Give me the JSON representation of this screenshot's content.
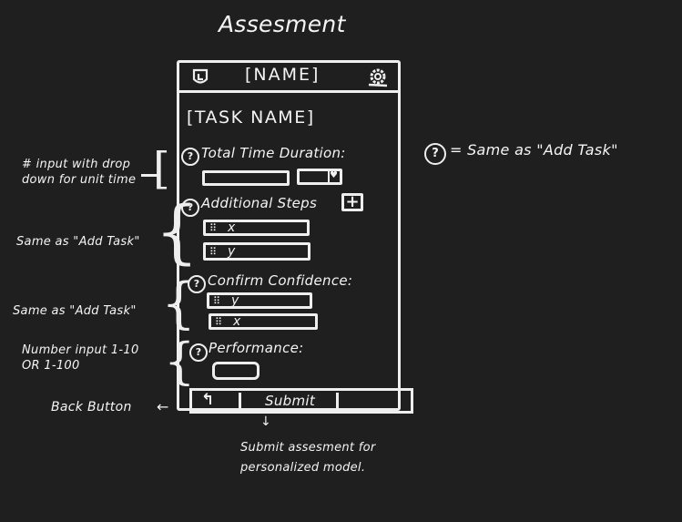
{
  "page_title": "Assesment",
  "mockup": {
    "header": {
      "name": "[NAME]",
      "left_icon": "logo-icon",
      "right_icon": "gear-icon"
    },
    "task_name": "[TASK NAME]",
    "sections": {
      "total_time": {
        "label": "Total Time Duration:",
        "help": "?",
        "dropdown_icon": "chevron-down-icon"
      },
      "additional_steps": {
        "label": "Additional Steps",
        "help": "?",
        "add_button": "+",
        "items": [
          {
            "handle": "⠿",
            "value": "x"
          },
          {
            "handle": "⠿",
            "value": "y"
          }
        ]
      },
      "confirm_confidence": {
        "label": "Confirm Confidence:",
        "help": "?",
        "items": [
          {
            "handle": "⠿",
            "value": "y"
          },
          {
            "handle": "⠿",
            "value": "x"
          }
        ]
      },
      "performance": {
        "label": "Performance:",
        "help": "?"
      }
    },
    "footer": {
      "back_icon": "↰",
      "submit_label": "Submit"
    }
  },
  "annotations": {
    "total_time": "# input with drop down for unit time",
    "additional_steps": "Same as \"Add Task\"",
    "confirm_confidence": "Same as \"Add Task\"",
    "performance": "Number input 1-10 OR 1-100",
    "back_button": "Back Button",
    "help_legend_symbol": "?",
    "help_legend": "= Same as \"Add Task\"",
    "submit": "Submit assesment for personalized model."
  }
}
